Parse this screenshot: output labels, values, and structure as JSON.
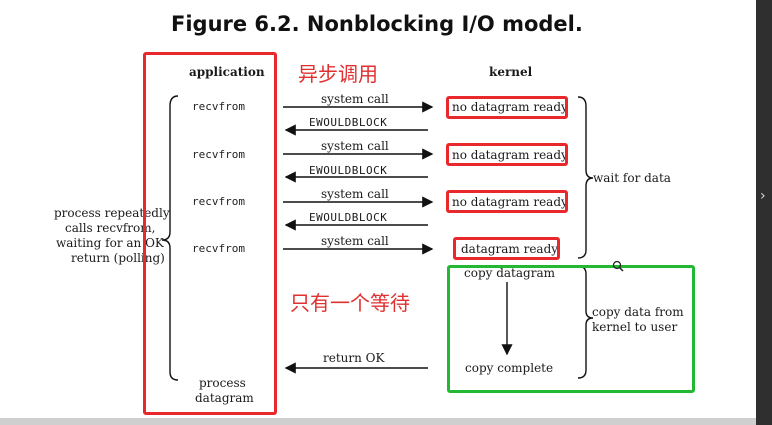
{
  "figure": {
    "title": "Figure 6.2. Nonblocking I/O model.",
    "application_header": "application",
    "kernel_header": "kernel",
    "app_calls": [
      "recvfrom",
      "recvfrom",
      "recvfrom",
      "recvfrom"
    ],
    "syscall_labels": [
      "system call",
      "system call",
      "system call",
      "system call"
    ],
    "ewouldblock_labels": [
      "EWOULDBLOCK",
      "EWOULDBLOCK",
      "EWOULDBLOCK"
    ],
    "kernel_states": [
      "no datagram ready",
      "no datagram ready",
      "no datagram ready",
      "datagram ready"
    ],
    "copy_start": "copy datagram",
    "copy_end": "copy complete",
    "return_label": "return OK",
    "process_label": [
      "process",
      "datagram"
    ],
    "polling_note": [
      "process repeatedly",
      "calls recvfrom,",
      "waiting for an OK",
      "return (polling)"
    ],
    "wait_note": "wait for data",
    "copy_note": [
      "copy data from",
      "kernel to user"
    ]
  },
  "annotations": {
    "async_call": "异步调用",
    "single_wait": "只有一个等待",
    "red_color": "#e8282d",
    "green_color": "#22b833"
  }
}
